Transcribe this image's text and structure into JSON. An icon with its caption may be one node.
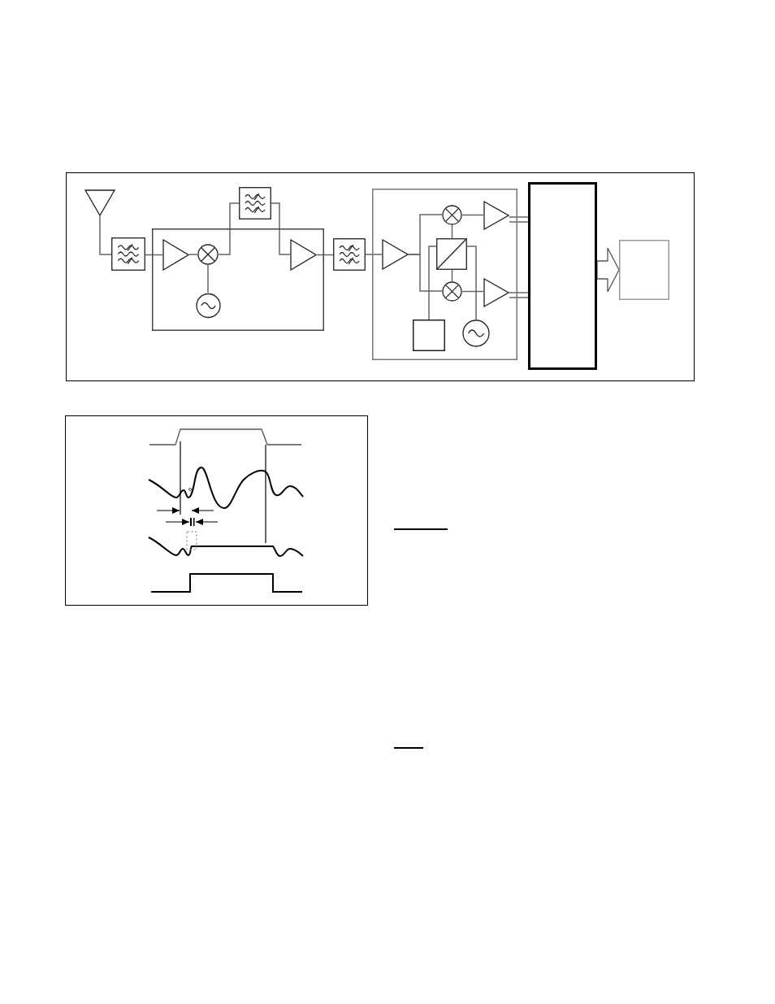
{
  "diagram": {
    "nodes": [
      {
        "text": [],
        "shape": "antenna"
      },
      {
        "text": [],
        "shape": "filter"
      },
      {
        "text": [],
        "shape": "box"
      },
      {
        "text": [],
        "shape": "triangle",
        "in": 2
      },
      {
        "text": [],
        "shape": "mixer",
        "in": 2
      },
      {
        "text": [],
        "shape": "oscillator",
        "in": 2
      },
      {
        "text": [],
        "shape": "filter"
      },
      {
        "text": [],
        "shape": "triangle",
        "in": 2
      },
      {
        "text": [],
        "shape": "filter"
      },
      {
        "text": [],
        "shape": "box"
      },
      {
        "text": [],
        "shape": "triangle",
        "in": 9
      },
      {
        "text": [],
        "shape": "mixer",
        "in": 9
      },
      {
        "text": [],
        "shape": "splitter",
        "in": 9
      },
      {
        "text": [],
        "shape": "mixer",
        "in": 9
      },
      {
        "text": [],
        "shape": "triangle",
        "in": 9
      },
      {
        "text": [],
        "shape": "triangle",
        "in": 9
      },
      {
        "text": [],
        "shape": "box",
        "in": 9
      },
      {
        "text": [],
        "shape": "oscillator",
        "in": 9
      },
      {
        "text": [],
        "shape": "box"
      },
      {
        "text": [],
        "shape": "box"
      }
    ],
    "edges": [
      {
        "from": 0,
        "to": 1,
        "arrow": "none"
      },
      {
        "from": 1,
        "to": 3,
        "arrow": "none"
      },
      {
        "from": 3,
        "to": 4,
        "arrow": "none"
      },
      {
        "from": 5,
        "to": 4,
        "arrow": "none"
      },
      {
        "from": 4,
        "to": 6,
        "arrow": "none"
      },
      {
        "from": 6,
        "to": 7,
        "arrow": "none"
      },
      {
        "from": 7,
        "to": 8,
        "arrow": "none"
      },
      {
        "from": 8,
        "to": 10,
        "arrow": "none"
      },
      {
        "from": 10,
        "to": 11,
        "arrow": "none"
      },
      {
        "from": 10,
        "to": 13,
        "arrow": "none"
      },
      {
        "from": 12,
        "to": 11,
        "arrow": "none"
      },
      {
        "from": 12,
        "to": 13,
        "arrow": "none"
      },
      {
        "from": 16,
        "to": 12,
        "arrow": "none"
      },
      {
        "from": 17,
        "to": 12,
        "arrow": "none"
      },
      {
        "from": 11,
        "to": 14,
        "arrow": "none"
      },
      {
        "from": 13,
        "to": 15,
        "arrow": "none"
      },
      {
        "from": 14,
        "to": 18,
        "arrow": "none"
      },
      {
        "from": 14,
        "to": 18,
        "arrow": "none"
      },
      {
        "from": 15,
        "to": 18,
        "arrow": "none"
      },
      {
        "from": 15,
        "to": 18,
        "arrow": "none"
      },
      {
        "from": 18,
        "to": 19,
        "arrow": "to",
        "style": "thick"
      }
    ]
  }
}
